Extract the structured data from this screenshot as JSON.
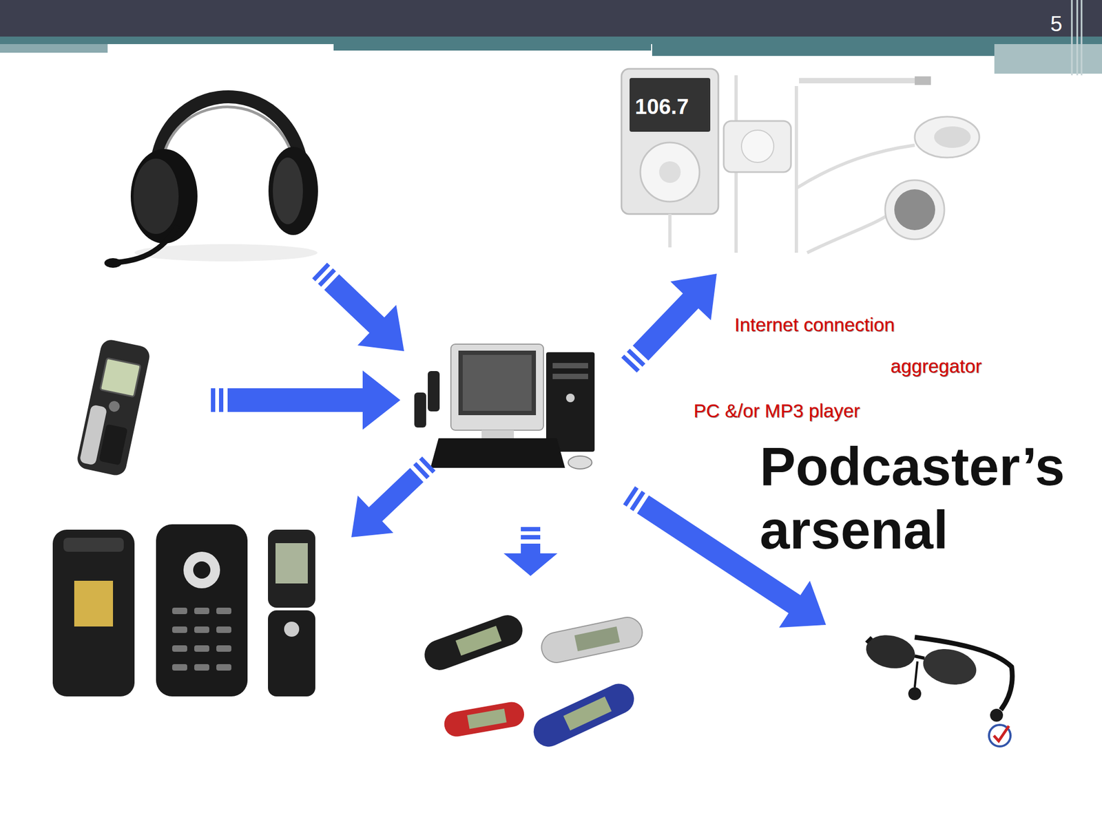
{
  "diagram": {
    "title": "Podcaster’s arsenal",
    "labels": [
      "5",
      "Internet connection",
      "aggregator",
      "PC &/or MP3 player",
      "106.7"
    ]
  }
}
